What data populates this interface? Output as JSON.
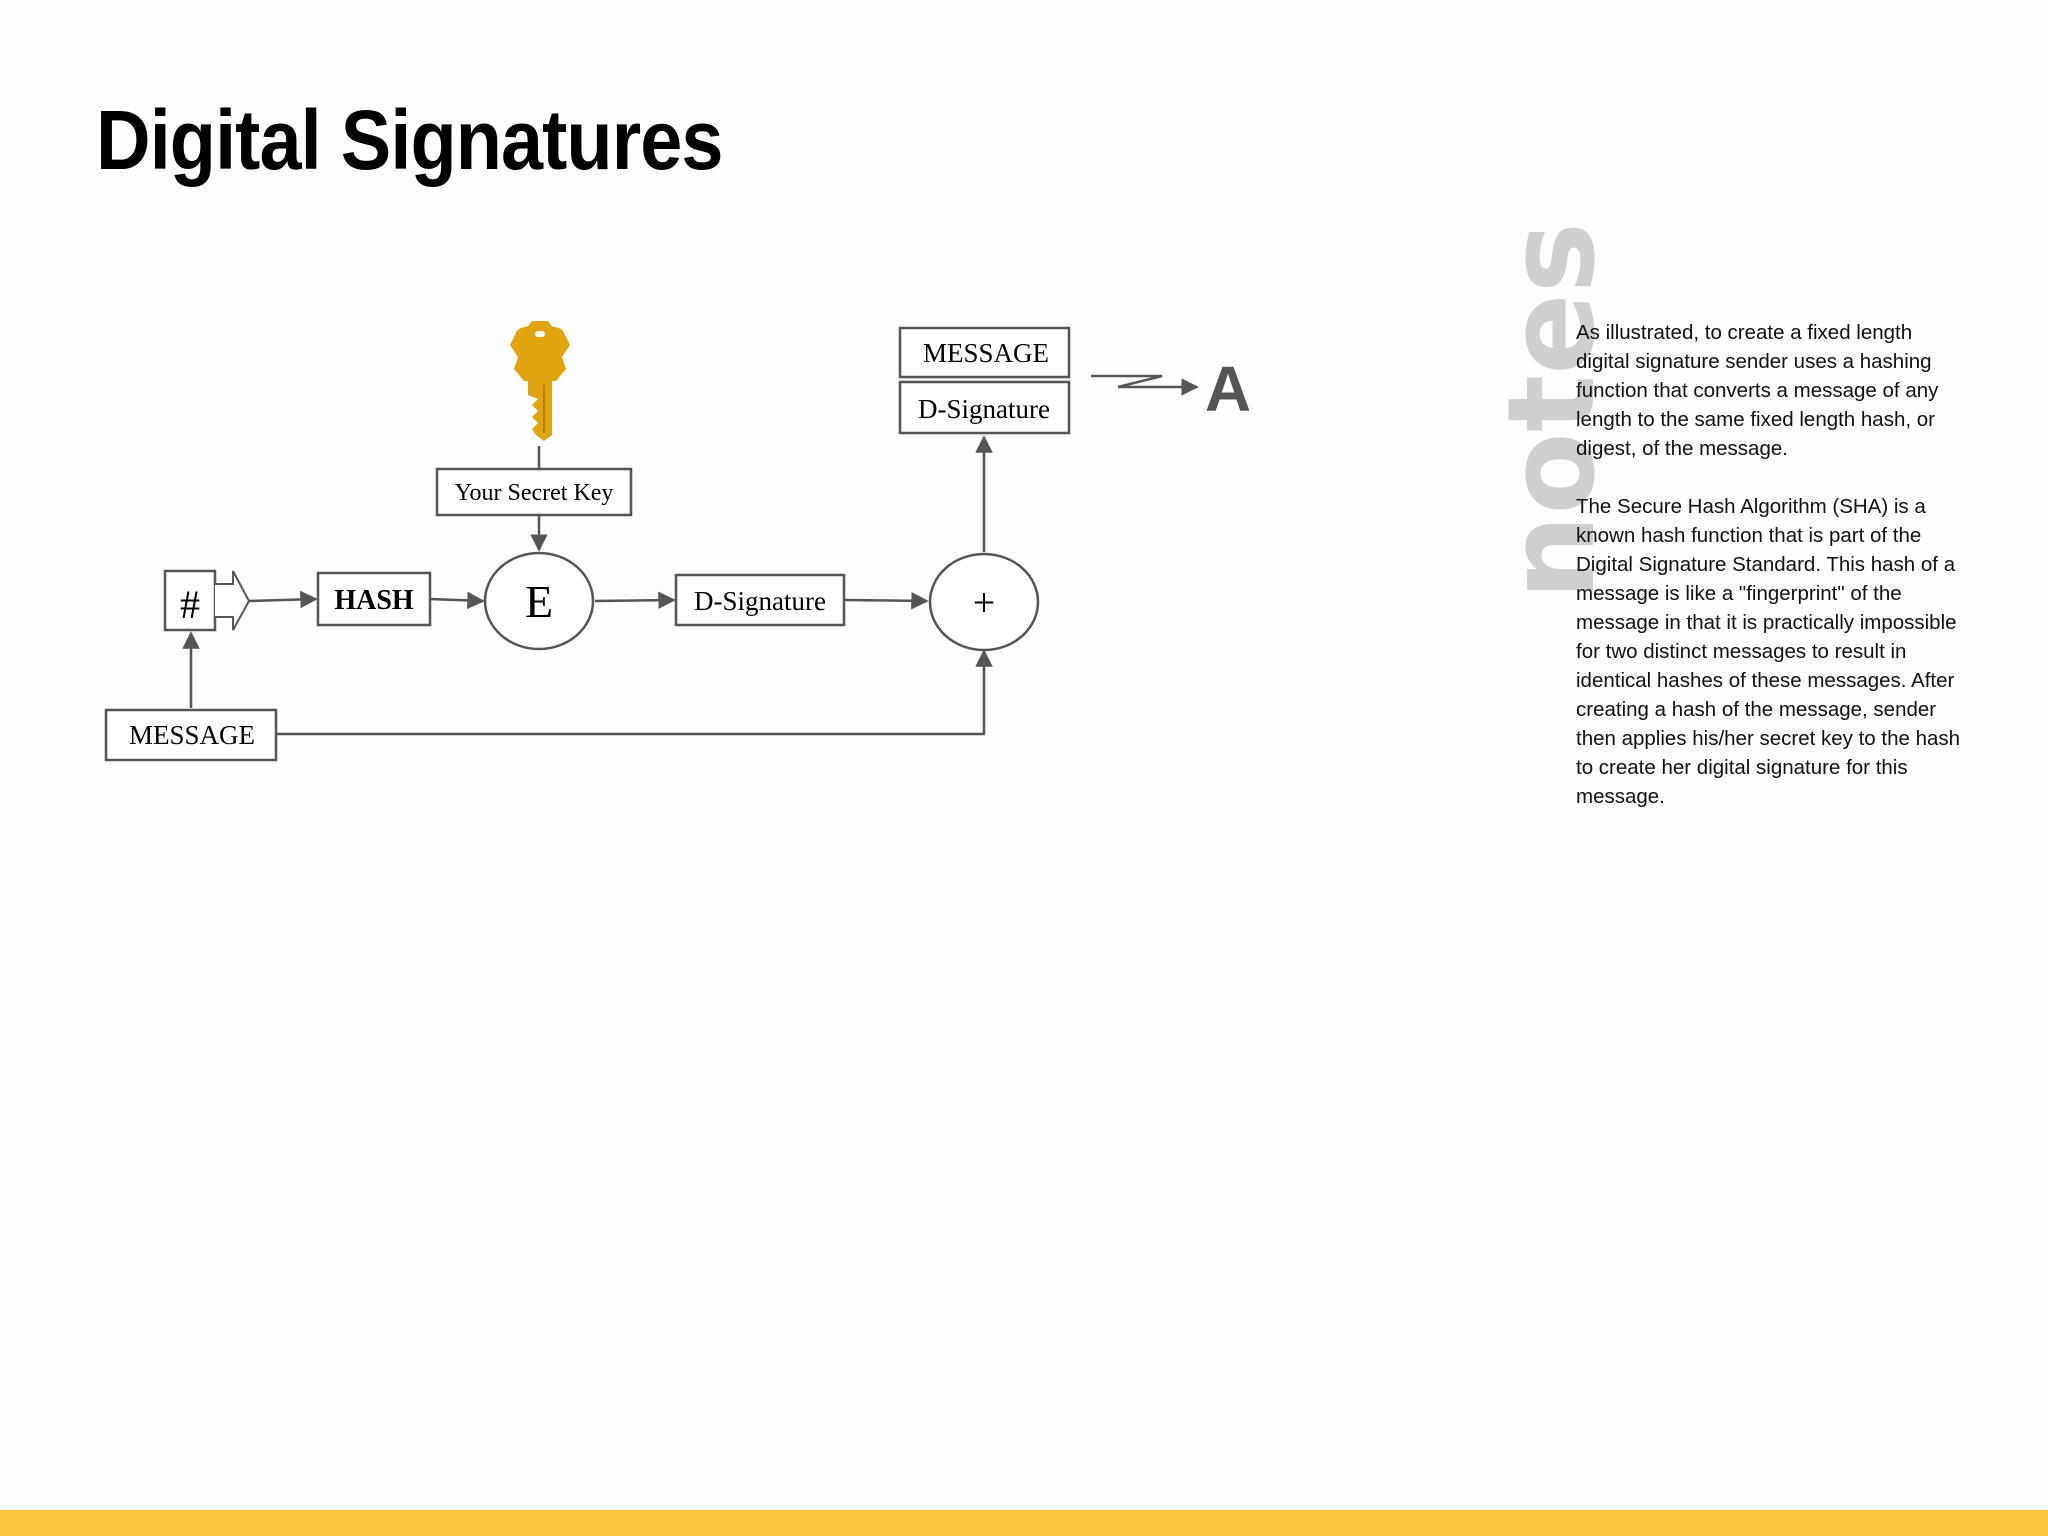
{
  "slide": {
    "title": "Digital Signatures"
  },
  "diagram": {
    "hash_symbol": "#",
    "hash_label": "HASH",
    "encrypt_label": "E",
    "secret_key_label": "Your Secret Key",
    "signature_label": "D-Signature",
    "combine_label": "+",
    "message_label": "MESSAGE",
    "bundle_message_label": "MESSAGE",
    "bundle_signature_label": "D-Signature",
    "recipient_label": "A"
  },
  "notes": {
    "heading": "notes",
    "paragraphs": [
      "As illustrated, to create a fixed length digital signature sender uses a hashing function that converts a message of any length to the same fixed length hash, or digest, of the message.",
      "The Secure Hash Algorithm (SHA) is a known hash function that is part of the Digital Signature Standard. This hash of a message is like a \"fingerprint\" of the message in that it is practically impossible for two distinct messages to result in identical hashes of these messages. After creating a hash of the message, sender then applies his/her secret key to the hash to create her digital signature for this message."
    ]
  },
  "colors": {
    "accent_bar": "#fcc73c",
    "key_gold": "#e0a40f",
    "diagram_stroke": "#555555",
    "notes_watermark": "#cfcfcf"
  }
}
